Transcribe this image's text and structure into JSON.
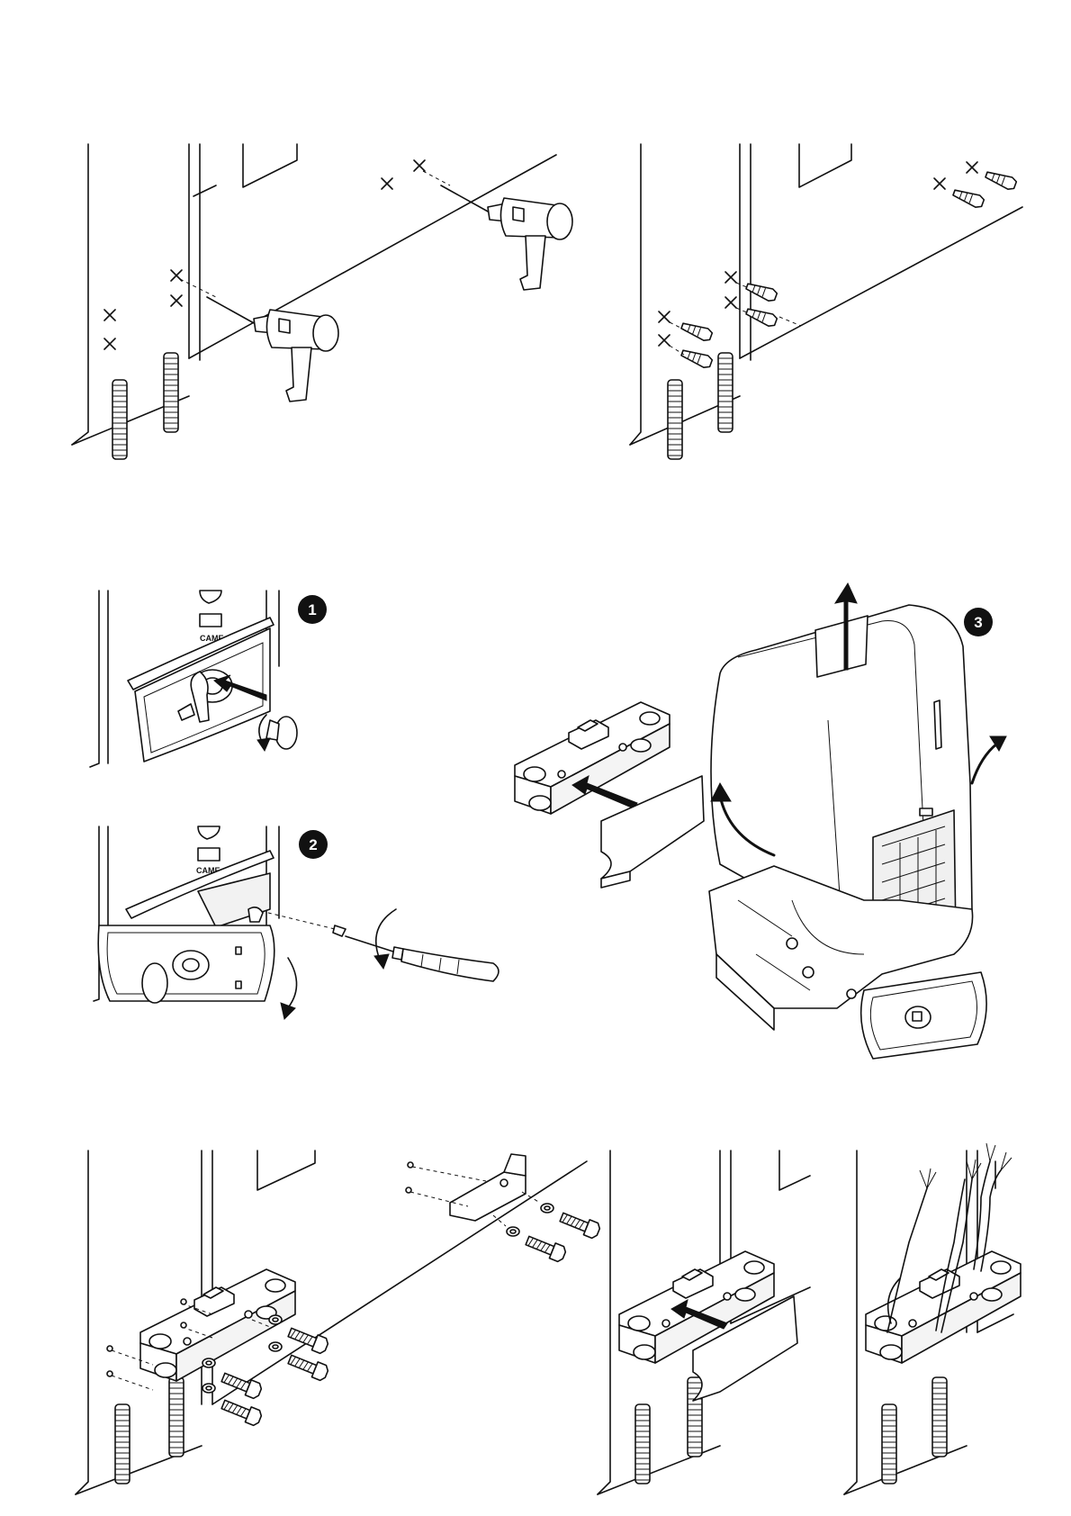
{
  "step_badges": {
    "step1": "1",
    "step2": "2",
    "step3": "3"
  },
  "brand_label": "CAME"
}
